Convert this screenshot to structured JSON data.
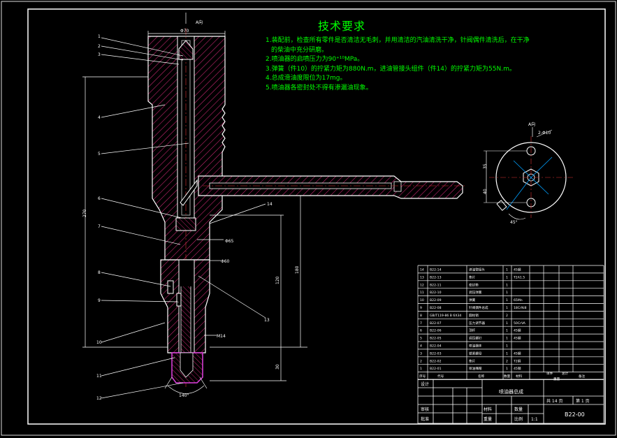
{
  "requirements": {
    "title": "技术要求",
    "lines": [
      "1.装配前，检查所有零件是否清洁无毛刺，并用清洁的汽油清洗干净，针阀偶件清洗后，在干净",
      "的柴油中充分研磨。",
      "2.喷油器的启喷压力为90⁺¹⁰MPa。",
      "3.弹簧（件10）的拧紧力矩为880N.m，进油管接头组件（件14）的拧紧力矩为55N.m。",
      "4.总成滑油度限位为17mg。",
      "5.喷油器各密封处不得有渗漏油现象。"
    ]
  },
  "dims": {
    "top_a": "A向",
    "top_width": "Φ70",
    "overall_len": "270",
    "d1": "Φ65",
    "d2": "Φ60",
    "d3": "M14",
    "len_180": "180",
    "len_120": "120",
    "len_30": "30",
    "angle": "140°",
    "side_a": "A向",
    "hole_note": "2-Φ10",
    "side_v1": "35",
    "side_v2": "40",
    "side_angle": "45°"
  },
  "callouts": [
    "1",
    "2",
    "3",
    "4",
    "5",
    "6",
    "7",
    "8",
    "9",
    "10",
    "11",
    "12",
    "13",
    "14"
  ],
  "parts_table": {
    "rows": [
      [
        "14",
        "B22-14",
        "进油管接头",
        "1",
        "45钢"
      ],
      [
        "13",
        "B22-13",
        "垫片",
        "1",
        "T2A1.5"
      ],
      [
        "12",
        "B22-11",
        "密封垫",
        "1",
        ""
      ],
      [
        "11",
        "B22-10",
        "调压弹簧",
        "1",
        ""
      ],
      [
        "10",
        "B22-09",
        "弹簧",
        "1",
        "65Mn"
      ],
      [
        "9",
        "B22-08",
        "针阀偶件总成",
        "1",
        "18CrNi8"
      ],
      [
        "8",
        "GB/T119-86 B 6X34",
        "圆柱销",
        "2",
        ""
      ],
      [
        "7",
        "B22-07",
        "压力调节器",
        "1",
        "50CrVA"
      ],
      [
        "6",
        "B22-06",
        "顶杆",
        "1",
        "45钢"
      ],
      [
        "5",
        "B22-05",
        "调压螺钉",
        "1",
        "45钢"
      ],
      [
        "4",
        "B22-04",
        "喷油器体",
        "1",
        ""
      ],
      [
        "3",
        "B22-03",
        "锁紧螺母",
        "1",
        "45钢"
      ],
      [
        "2",
        "B22-02",
        "垫片",
        "2",
        "T2铜"
      ],
      [
        "1",
        "B22-01",
        "喷油嘴帽",
        "1",
        "45钢"
      ]
    ],
    "header": [
      "序号",
      "代号",
      "名称",
      "数量",
      "材料",
      "单件",
      "总计",
      "备注"
    ],
    "header_weight": "重量"
  },
  "title_block": {
    "design": "设计",
    "review": "审核",
    "approve": "批准",
    "drawing_name": "喷油器总成",
    "material_label": "材料",
    "qty_label": "数量",
    "weight_label": "重量",
    "scale_label": "比例",
    "scale": "1:1",
    "sheets": "共  14  页",
    "sheet_no": "第  1  页",
    "drawing_no": "B22-00"
  }
}
